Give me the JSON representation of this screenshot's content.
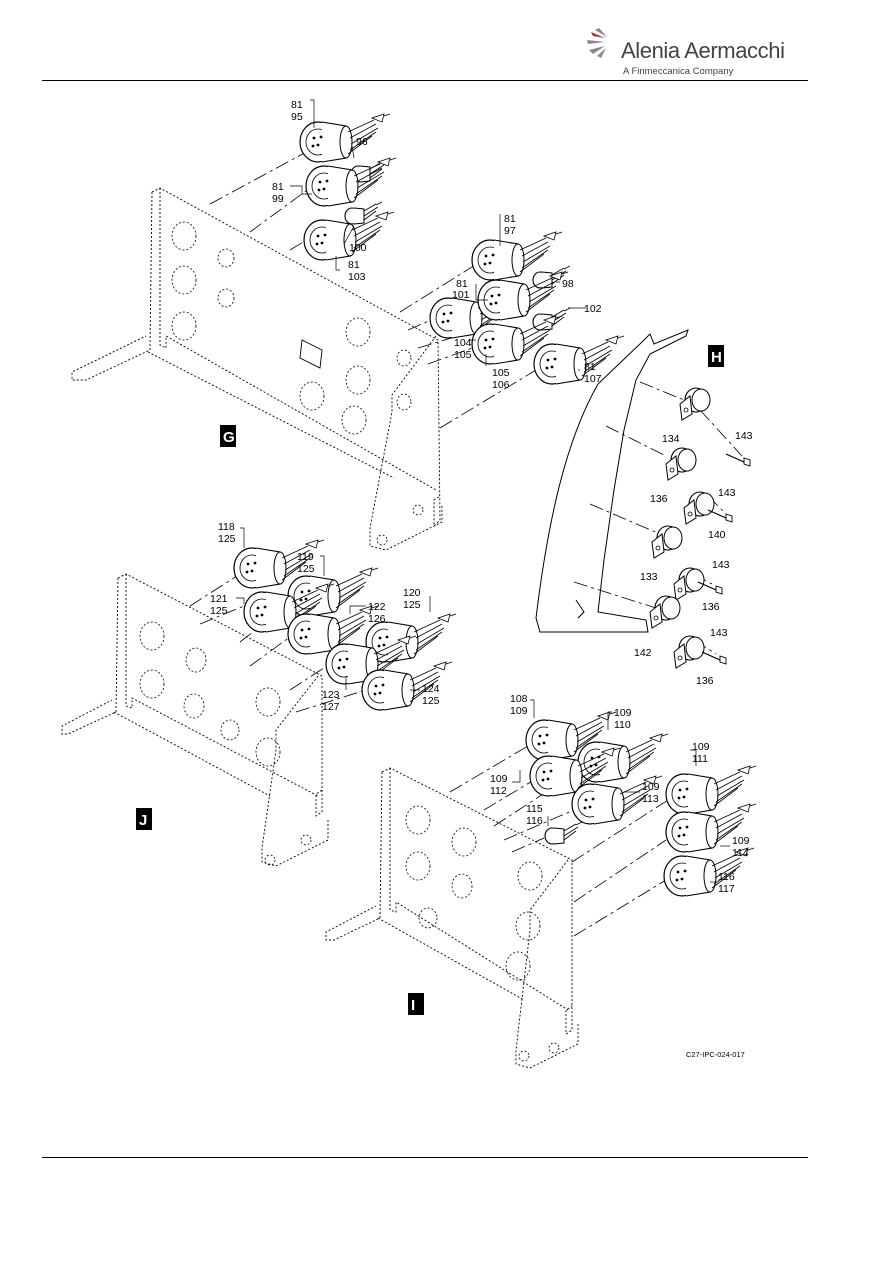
{
  "header": {
    "company": "Alenia Aermacchi",
    "tagline": "A Finmeccanica Company",
    "brand_color": "#c0262d"
  },
  "figure": {
    "reference": "C27-IPC-024-017",
    "views": {
      "g": "G",
      "h": "H",
      "i": "I",
      "j": "J"
    },
    "callouts": {
      "g_81_95": [
        "81",
        "95"
      ],
      "g_96": "96",
      "g_81_99": [
        "81",
        "99"
      ],
      "g_100": "100",
      "g_81_103": [
        "81",
        "103"
      ],
      "g_81_97": [
        "81",
        "97"
      ],
      "g_98": "98",
      "g_81_101": [
        "81",
        "101"
      ],
      "g_102": "102",
      "g_104_105": [
        "104",
        "105"
      ],
      "g_105_106": [
        "105",
        "106"
      ],
      "g_81_107": [
        "81",
        "107"
      ],
      "h_134": "134",
      "h_143a": "143",
      "h_136a": "136",
      "h_143b": "143",
      "h_140": "140",
      "h_133": "133",
      "h_143c": "143",
      "h_136b": "136",
      "h_142": "142",
      "h_143d": "143",
      "h_136c": "136",
      "j_118_125": [
        "118",
        "125"
      ],
      "j_119_125": [
        "119",
        "125"
      ],
      "j_121_125": [
        "121",
        "125"
      ],
      "j_122_126": [
        "122",
        "126"
      ],
      "j_120_125": [
        "120",
        "125"
      ],
      "j_123_127": [
        "123",
        "127"
      ],
      "j_124_125": [
        "124",
        "125"
      ],
      "i_108_109": [
        "108",
        "109"
      ],
      "i_109_110": [
        "109",
        "110"
      ],
      "i_109_111": [
        "109",
        "111"
      ],
      "i_109_112": [
        "109",
        "112"
      ],
      "i_109_113": [
        "109",
        "113"
      ],
      "i_115_116": [
        "115",
        "116"
      ],
      "i_109_114": [
        "109",
        "114"
      ],
      "i_116_117": [
        "116",
        "117"
      ]
    }
  }
}
